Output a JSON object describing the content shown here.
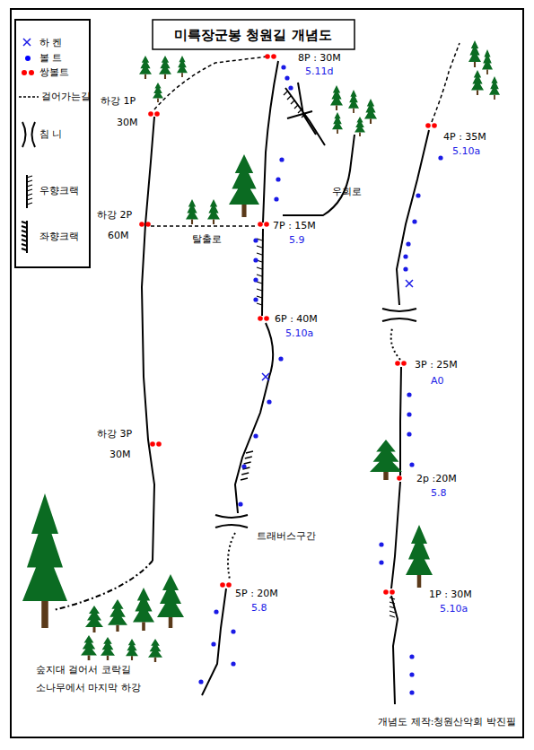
{
  "diagram": {
    "title": "미륵장군봉 청원길 개념도",
    "caption": "개념도 제작:청원산악회 박진필",
    "labels": [
      "8P : 30M",
      "5.11d",
      "하강 1P",
      "30M",
      "하강 2P",
      "60M",
      "탈출로",
      "7P : 15M",
      "5.9",
      "우회로",
      "6P : 40M",
      "5.10a",
      "하강 3P",
      "30M",
      "트래버스구간",
      "5P : 20M",
      "5.8",
      "숲지대 걸어서 코락길",
      "소나무에서 마지막 하강",
      "4P : 35M",
      "5.10a",
      "3P : 25M",
      "A0",
      "2p :20M",
      "5.8",
      "1P : 30M",
      "5.10a"
    ],
    "legend": [
      {
        "text": "하 켄"
      },
      {
        "text": "볼 트",
        "color": "#0000ff"
      },
      {
        "text": "쌍볼트",
        "color": "#ff0000"
      },
      {
        "text": "걸어가는길"
      },
      {
        "text": "침 니"
      },
      {
        "text": "우향크랙"
      },
      {
        "text": "좌향크랙"
      }
    ]
  }
}
